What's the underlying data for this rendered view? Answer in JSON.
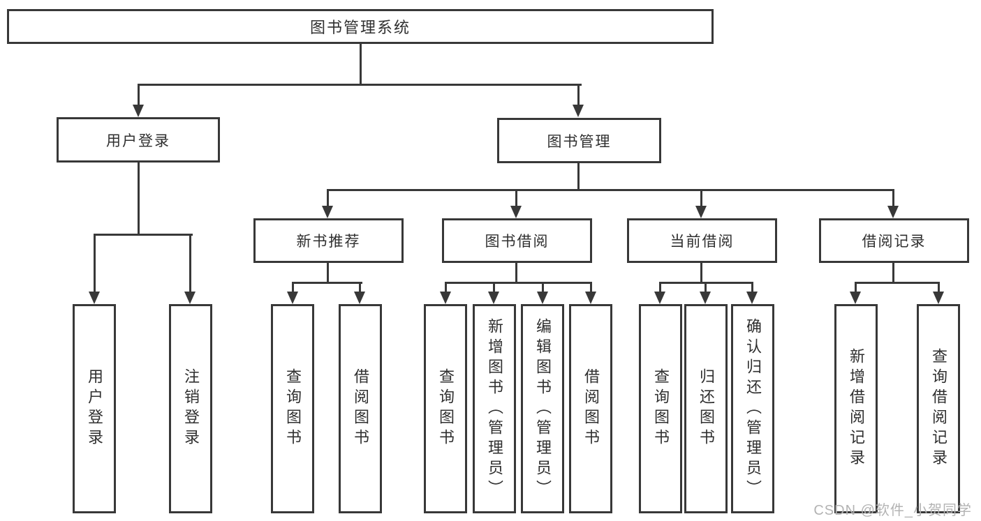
{
  "diagram": {
    "root": {
      "label": "图书管理系统"
    },
    "level2": [
      {
        "id": "user-login",
        "label": "用户登录"
      },
      {
        "id": "book-management",
        "label": "图书管理"
      }
    ],
    "level3": [
      {
        "id": "new-book-recommend",
        "parent": "book-management",
        "label": "新书推荐"
      },
      {
        "id": "book-borrow",
        "parent": "book-management",
        "label": "图书借阅"
      },
      {
        "id": "current-borrow",
        "parent": "book-management",
        "label": "当前借阅"
      },
      {
        "id": "borrow-record",
        "parent": "book-management",
        "label": "借阅记录"
      }
    ],
    "leaves": [
      {
        "parent": "user-login",
        "label": "用户登录"
      },
      {
        "parent": "user-login",
        "label": "注销登录"
      },
      {
        "parent": "new-book-recommend",
        "label": "查询图书"
      },
      {
        "parent": "new-book-recommend",
        "label": "借阅图书"
      },
      {
        "parent": "book-borrow",
        "label": "查询图书"
      },
      {
        "parent": "book-borrow",
        "label": "新增图书（管理员）"
      },
      {
        "parent": "book-borrow",
        "label": "编辑图书（管理员）"
      },
      {
        "parent": "book-borrow",
        "label": "借阅图书"
      },
      {
        "parent": "current-borrow",
        "label": "查询图书"
      },
      {
        "parent": "current-borrow",
        "label": "归还图书"
      },
      {
        "parent": "current-borrow",
        "label": "确认归还（管理员）"
      },
      {
        "parent": "borrow-record",
        "label": "新增借阅记录"
      },
      {
        "parent": "borrow-record",
        "label": "查询借阅记录"
      }
    ],
    "watermark": "CSDN @软件_小贺同学",
    "colors": {
      "line": "#383838",
      "text": "#2f2f2f",
      "watermark": "#b3b3b3",
      "background": "#ffffff"
    }
  }
}
